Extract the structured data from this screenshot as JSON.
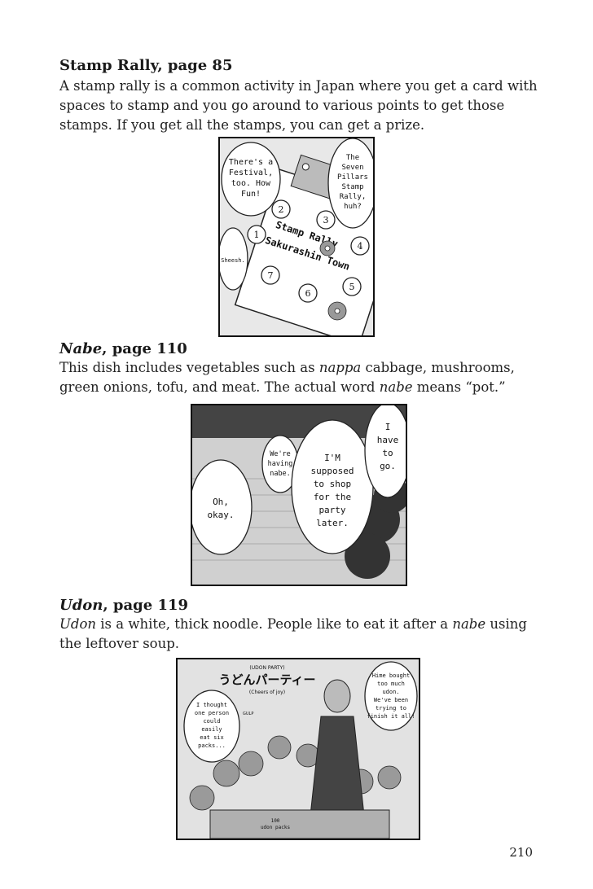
{
  "entries": [
    {
      "term": "Stamp Rally",
      "page_ref": ", page 85",
      "body": "A stamp rally is a common activity in Japan where you get a card with spaces to stamp and you go around to various points to get those stamps. If you get all the stamps, you can get a prize."
    },
    {
      "term": "Nabe",
      "page_ref": ", page 110",
      "body_parts": [
        "This dish includes vegetables such as ",
        "nappa",
        " cabbage, mushrooms, green onions, tofu, and meat. The actual word ",
        "nabe",
        " means “pot.”"
      ]
    },
    {
      "term": "Udon",
      "page_ref": ", page 119",
      "body_parts": [
        "Udon",
        " is a white, thick noodle. People like to eat it after a ",
        "nabe",
        " using the leftover soup."
      ]
    }
  ],
  "panel1": {
    "bubble_left": [
      "There's a",
      "Festival,",
      "too. How",
      "Fun!"
    ],
    "bubble_right": [
      "The",
      "Seven",
      "Pillars",
      "Stamp",
      "Rally,",
      "huh?"
    ],
    "bubble_small": "Sheesh.",
    "card_line1": "Stamp Rally",
    "card_line2": "Sakurashin Town",
    "stamp_numbers": [
      "1",
      "2",
      "3",
      "4",
      "5",
      "6",
      "7"
    ]
  },
  "panel2": {
    "bubble_small": [
      "We're",
      "having",
      "nabe."
    ],
    "bubble_left": [
      "Oh,",
      "okay."
    ],
    "bubble_center": [
      "I'M",
      "supposed",
      "to shop",
      "for the",
      "party",
      "later."
    ],
    "bubble_right": [
      "I",
      "have",
      "to",
      "go."
    ]
  },
  "panel3": {
    "sign_japanese": "うどんパーティー",
    "sign_english": "(UDON PARTY)",
    "sign_note": "(Cheers of joy)",
    "bubble_left": [
      "I thought",
      "one person",
      "could",
      "easily",
      "eat six",
      "packs..."
    ],
    "bubble_right": [
      "Hime bought",
      "too much",
      "udon.",
      "We've been",
      "trying to",
      "finish it all!"
    ],
    "sfx_gulp": "GULP",
    "box_label": [
      "100",
      "udon packs"
    ]
  },
  "page_number": "210"
}
